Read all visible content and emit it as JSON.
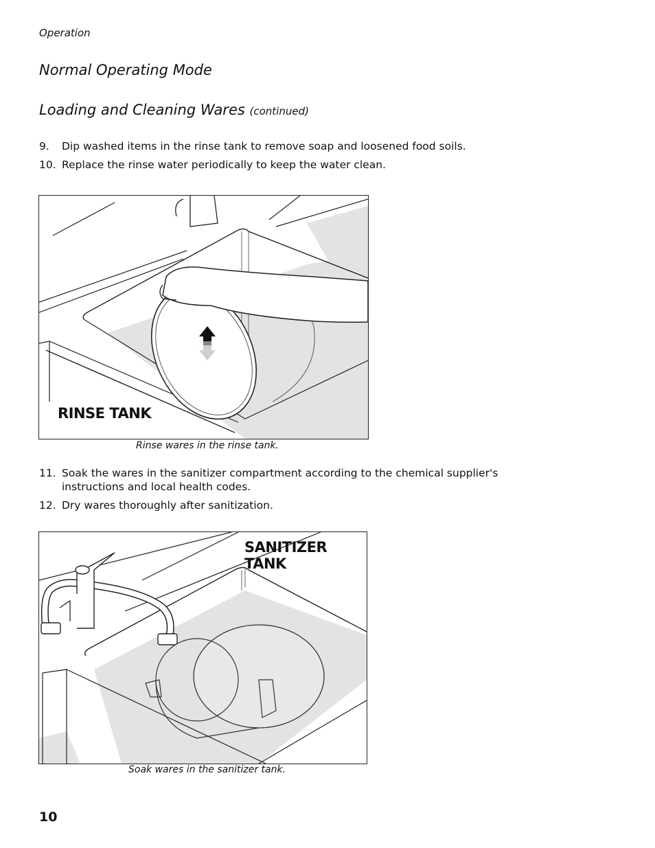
{
  "header": {
    "section": "Operation",
    "title": "Normal Operating Mode",
    "subtitle": "Loading and Cleaning Wares",
    "subtitle_note": "(continued)"
  },
  "steps_a": [
    {
      "num": "9.",
      "text": "Dip washed items in the rinse tank to remove soap and loosened food soils."
    },
    {
      "num": "10.",
      "text": "Replace the rinse water periodically to keep the water clean."
    }
  ],
  "figure1": {
    "label": "RINSE TANK",
    "caption": "Rinse wares in the rinse tank."
  },
  "steps_b": [
    {
      "num": "11.",
      "text": "Soak the wares in the sanitizer compartment according to the chemical supplier's instructions and local health codes."
    },
    {
      "num": "12.",
      "text": "Dry wares thoroughly after sanitization."
    }
  ],
  "figure2": {
    "label": "SANITIZER TANK",
    "caption": "Soak wares in the sanitizer tank."
  },
  "footer": {
    "page_number": "10"
  }
}
